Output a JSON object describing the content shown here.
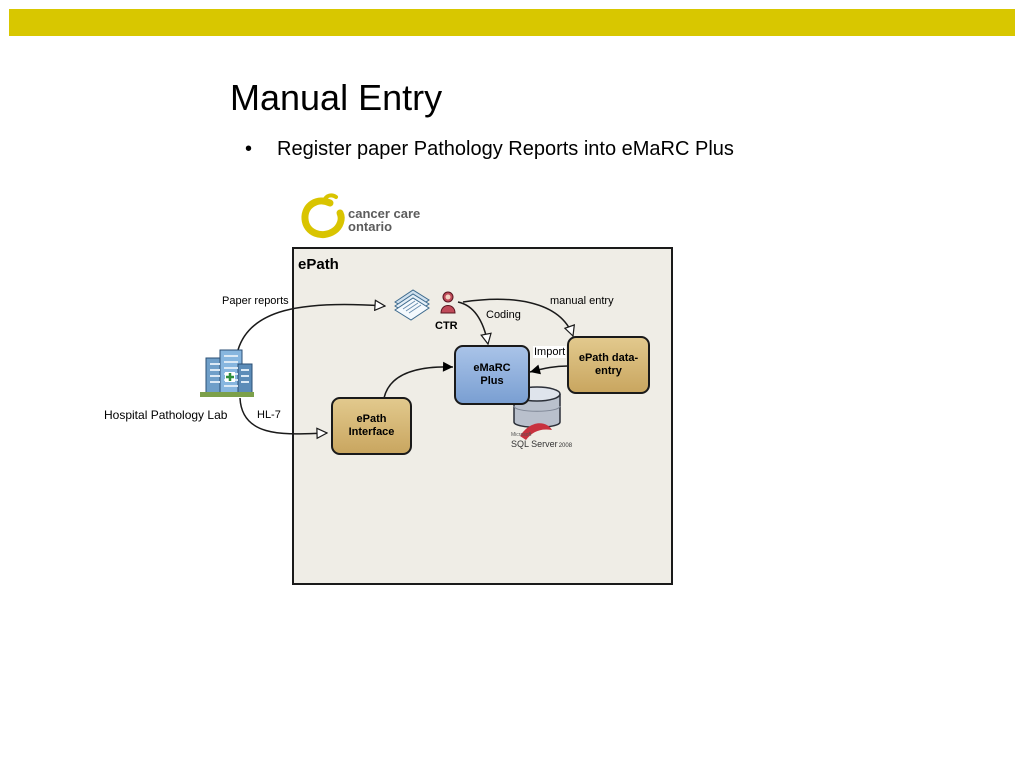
{
  "colors": {
    "top_bar": "#d8c700",
    "frame_bg": "#efede6",
    "gold_box": "#d6b878",
    "blue_box": "#8fb0de",
    "logo_yellow": "#d9c400"
  },
  "slide": {
    "title": "Manual Entry",
    "bullet_symbol": "•",
    "bullet": "Register paper Pathology Reports into eMaRC Plus"
  },
  "logo": {
    "line1": "cancer care",
    "line2": "ontario"
  },
  "diagram": {
    "frame_title": "ePath",
    "nodes": {
      "hospital": "Hospital Pathology Lab",
      "ctr": "CTR",
      "emarc": "eMaRC\nPlus",
      "epath_interface": "ePath\nInterface",
      "data_entry": "ePath data-\nentry",
      "sql_server_small": "Microsoft",
      "sql_server": "SQL Server",
      "sql_server_version": "2008"
    },
    "edge_labels": {
      "paper_reports": "Paper reports",
      "manual_entry": "manual entry",
      "coding": "Coding",
      "import": "Import",
      "hl7": "HL-7"
    },
    "icons": [
      "hospital-building-icon",
      "paper-documents-icon",
      "person-icon",
      "database-icon"
    ]
  }
}
